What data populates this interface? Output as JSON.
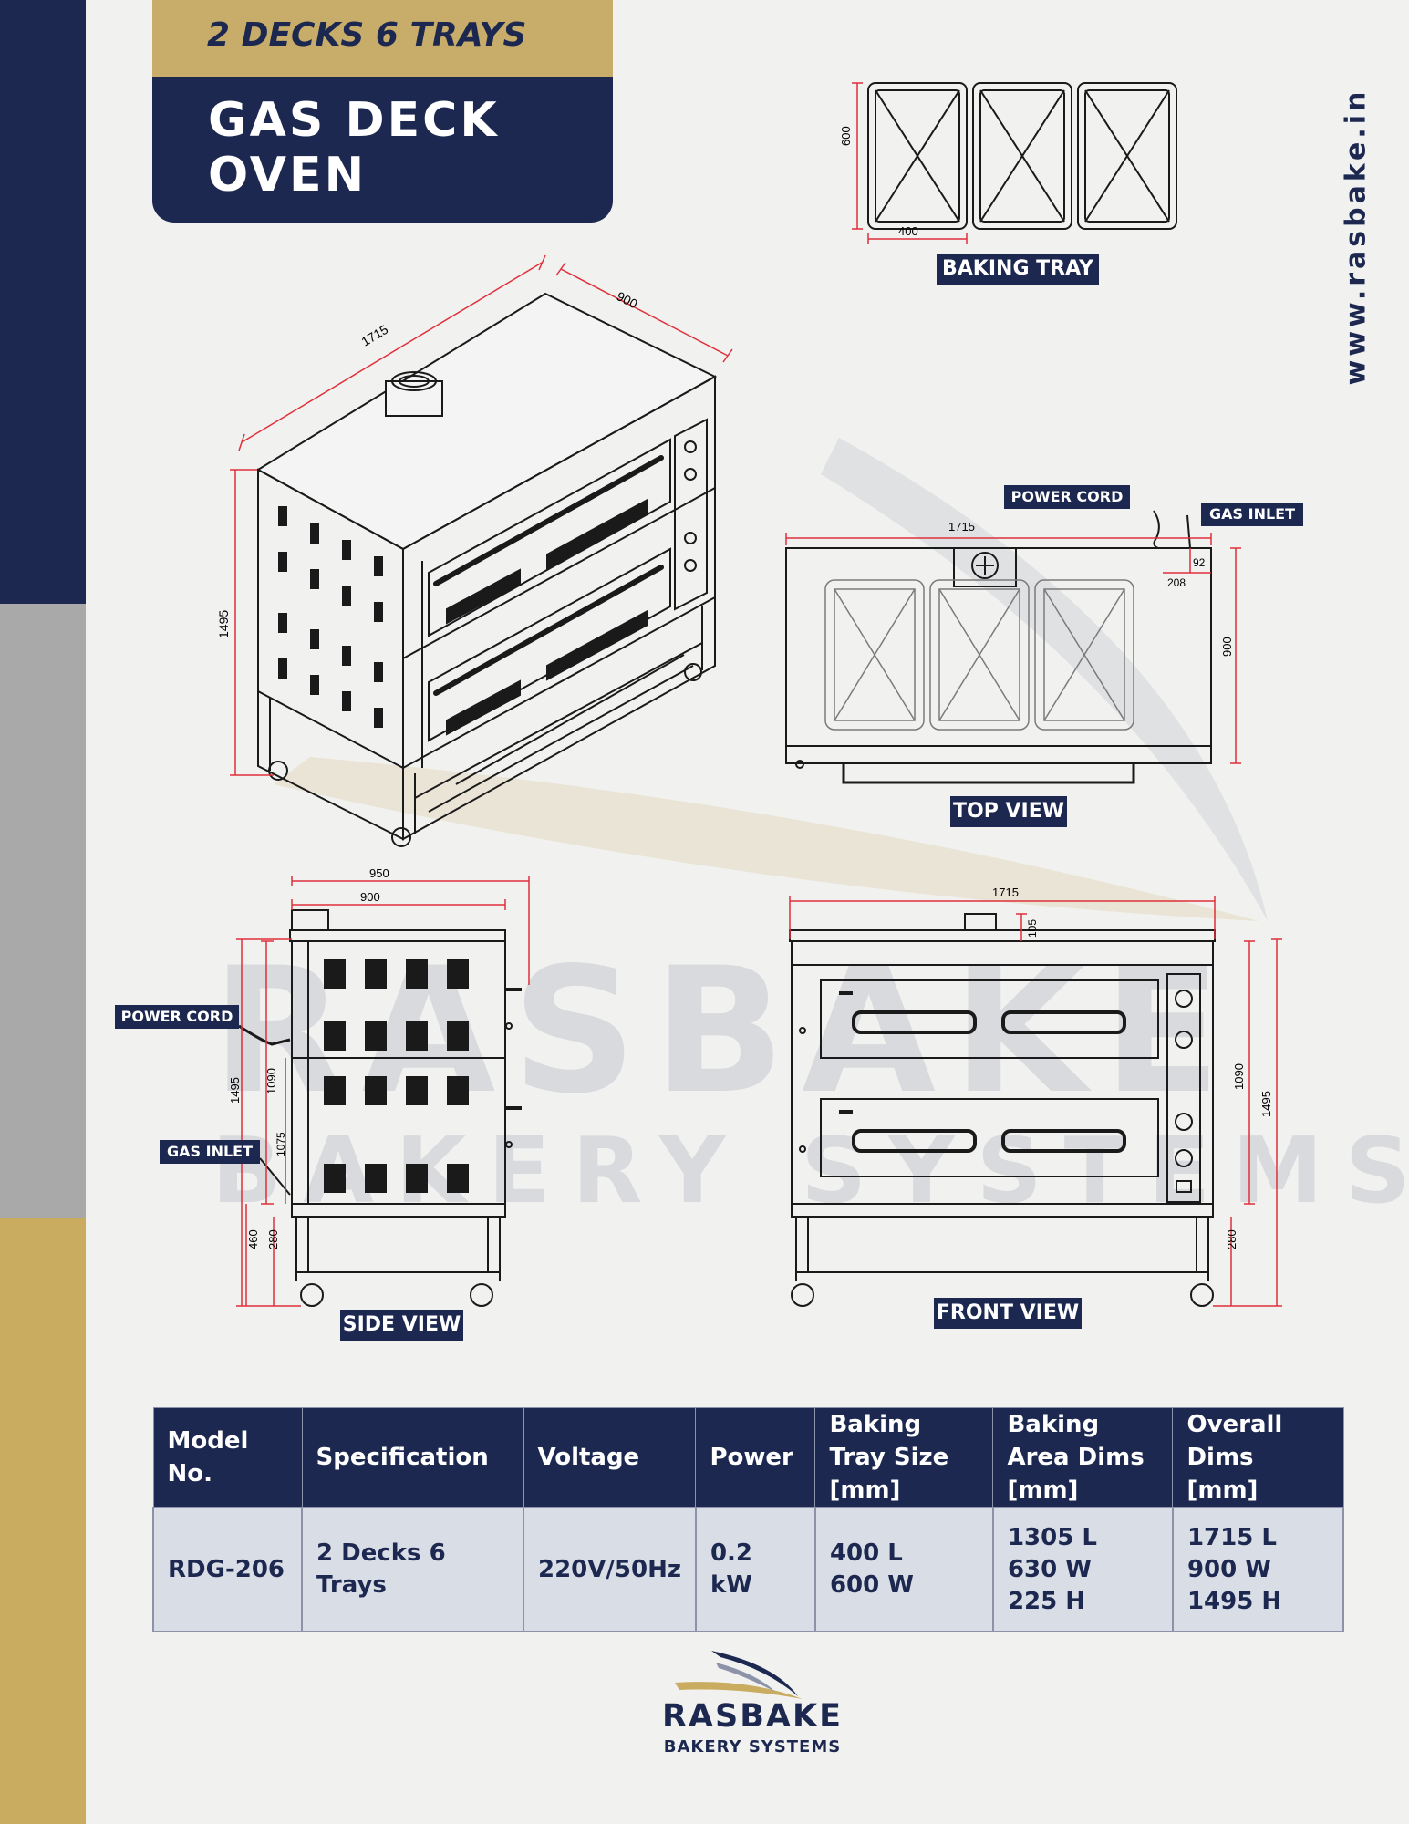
{
  "header": {
    "subtitle": "2 DECKS 6 TRAYS",
    "title": "GAS DECK OVEN"
  },
  "website": "www.rasbake.in",
  "views": {
    "baking_tray": "BAKING TRAY",
    "top_view": "TOP VIEW",
    "side_view": "SIDE VIEW",
    "front_view": "FRONT VIEW",
    "power_cord": "POWER CORD",
    "gas_inlet": "GAS INLET"
  },
  "dimensions": {
    "tray_width": "400",
    "tray_height": "600",
    "iso_length": "1715",
    "iso_depth": "900",
    "iso_height": "1495",
    "top_length": "1715",
    "top_depth": "900",
    "top_inlet_x": "208",
    "top_inlet_y": "92",
    "side_width_outer": "950",
    "side_width": "900",
    "side_height": "1495",
    "side_body": "1090",
    "side_inner": "1075",
    "side_leg": "460",
    "side_stand": "280",
    "front_length": "1715",
    "front_chimney": "105",
    "front_body": "1090",
    "front_height": "1495",
    "front_stand": "280"
  },
  "watermark": {
    "line1": "RASBAKE",
    "line2": "BAKERY SYSTEMS"
  },
  "table": {
    "headers": [
      "Model No.",
      "Specification",
      "Voltage",
      "Power",
      "Baking Tray Size [mm]",
      "Baking Area Dims [mm]",
      "Overall Dims [mm]"
    ],
    "row": {
      "model": "RDG-206",
      "specification": "2 Decks 6 Trays",
      "voltage": "220V/50Hz",
      "power": "0.2 kW",
      "tray_size": [
        "400 L",
        "600 W"
      ],
      "baking_area": [
        "1305 L",
        "630 W",
        "225 H"
      ],
      "overall": [
        "1715 L",
        "900 W",
        "1495 H"
      ]
    }
  },
  "brand": {
    "name": "RASBAKE",
    "tagline": "BAKERY SYSTEMS"
  },
  "colors": {
    "navy": "#1c2850",
    "gold": "#c9ac60",
    "grey": "#a9a9a9",
    "dimension_red": "#e0303a"
  }
}
